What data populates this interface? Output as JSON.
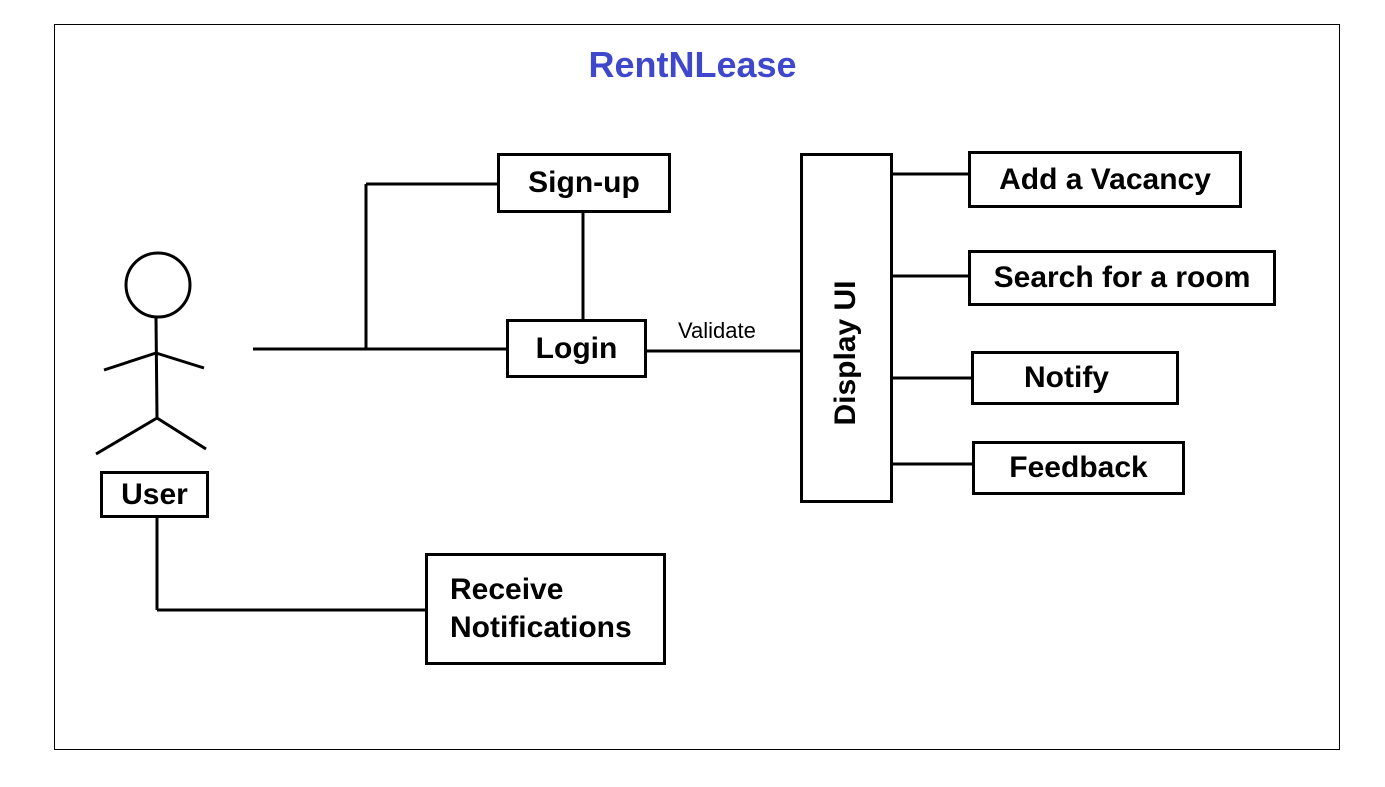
{
  "diagram": {
    "title": "RentNLease",
    "actor": {
      "label": "User"
    },
    "nodes": {
      "signup": "Sign-up",
      "login": "Login",
      "display_ui": "Display UI",
      "add_vacancy": "Add a Vacancy",
      "search_room": "Search for a room",
      "notify": "Notify",
      "feedback": "Feedback",
      "receive_notifications": "Receive\nNotifications"
    },
    "edges": {
      "login_to_display": "Validate"
    },
    "colors": {
      "title": "#3f48cc",
      "stroke": "#000000"
    }
  }
}
